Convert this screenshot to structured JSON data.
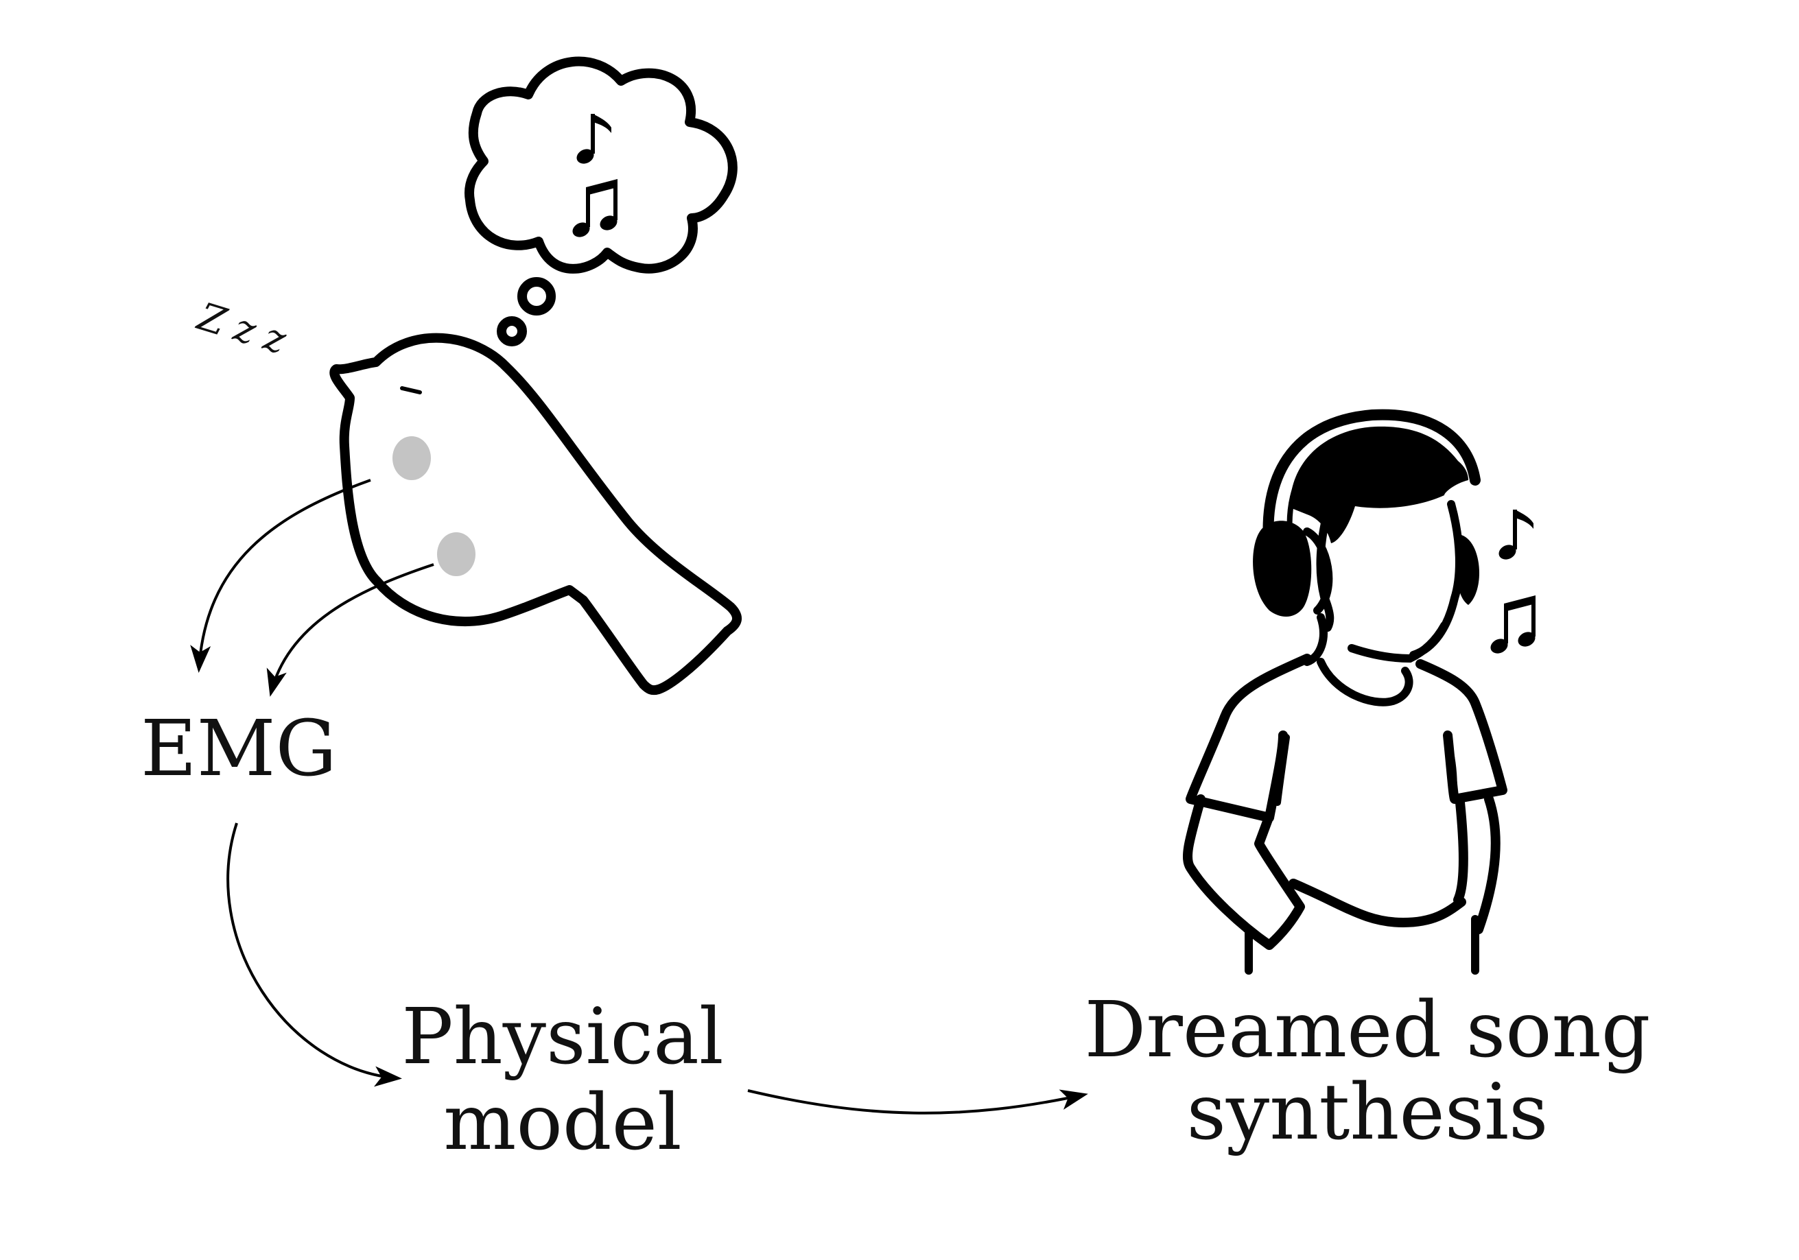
{
  "labels": {
    "sleep": "Zzz",
    "emg": "EMG",
    "physical_model_line1": "Physical",
    "physical_model_line2": "model",
    "dreamed_line1": "Dreamed song",
    "dreamed_line2": "synthesis"
  },
  "colors": {
    "ink": "#000000",
    "electrode": "#c4c4c4",
    "background": "#ffffff"
  },
  "icons": [
    "sleeping-bird-icon",
    "thought-cloud-icon",
    "music-notes-icon",
    "person-with-headphones-icon"
  ]
}
